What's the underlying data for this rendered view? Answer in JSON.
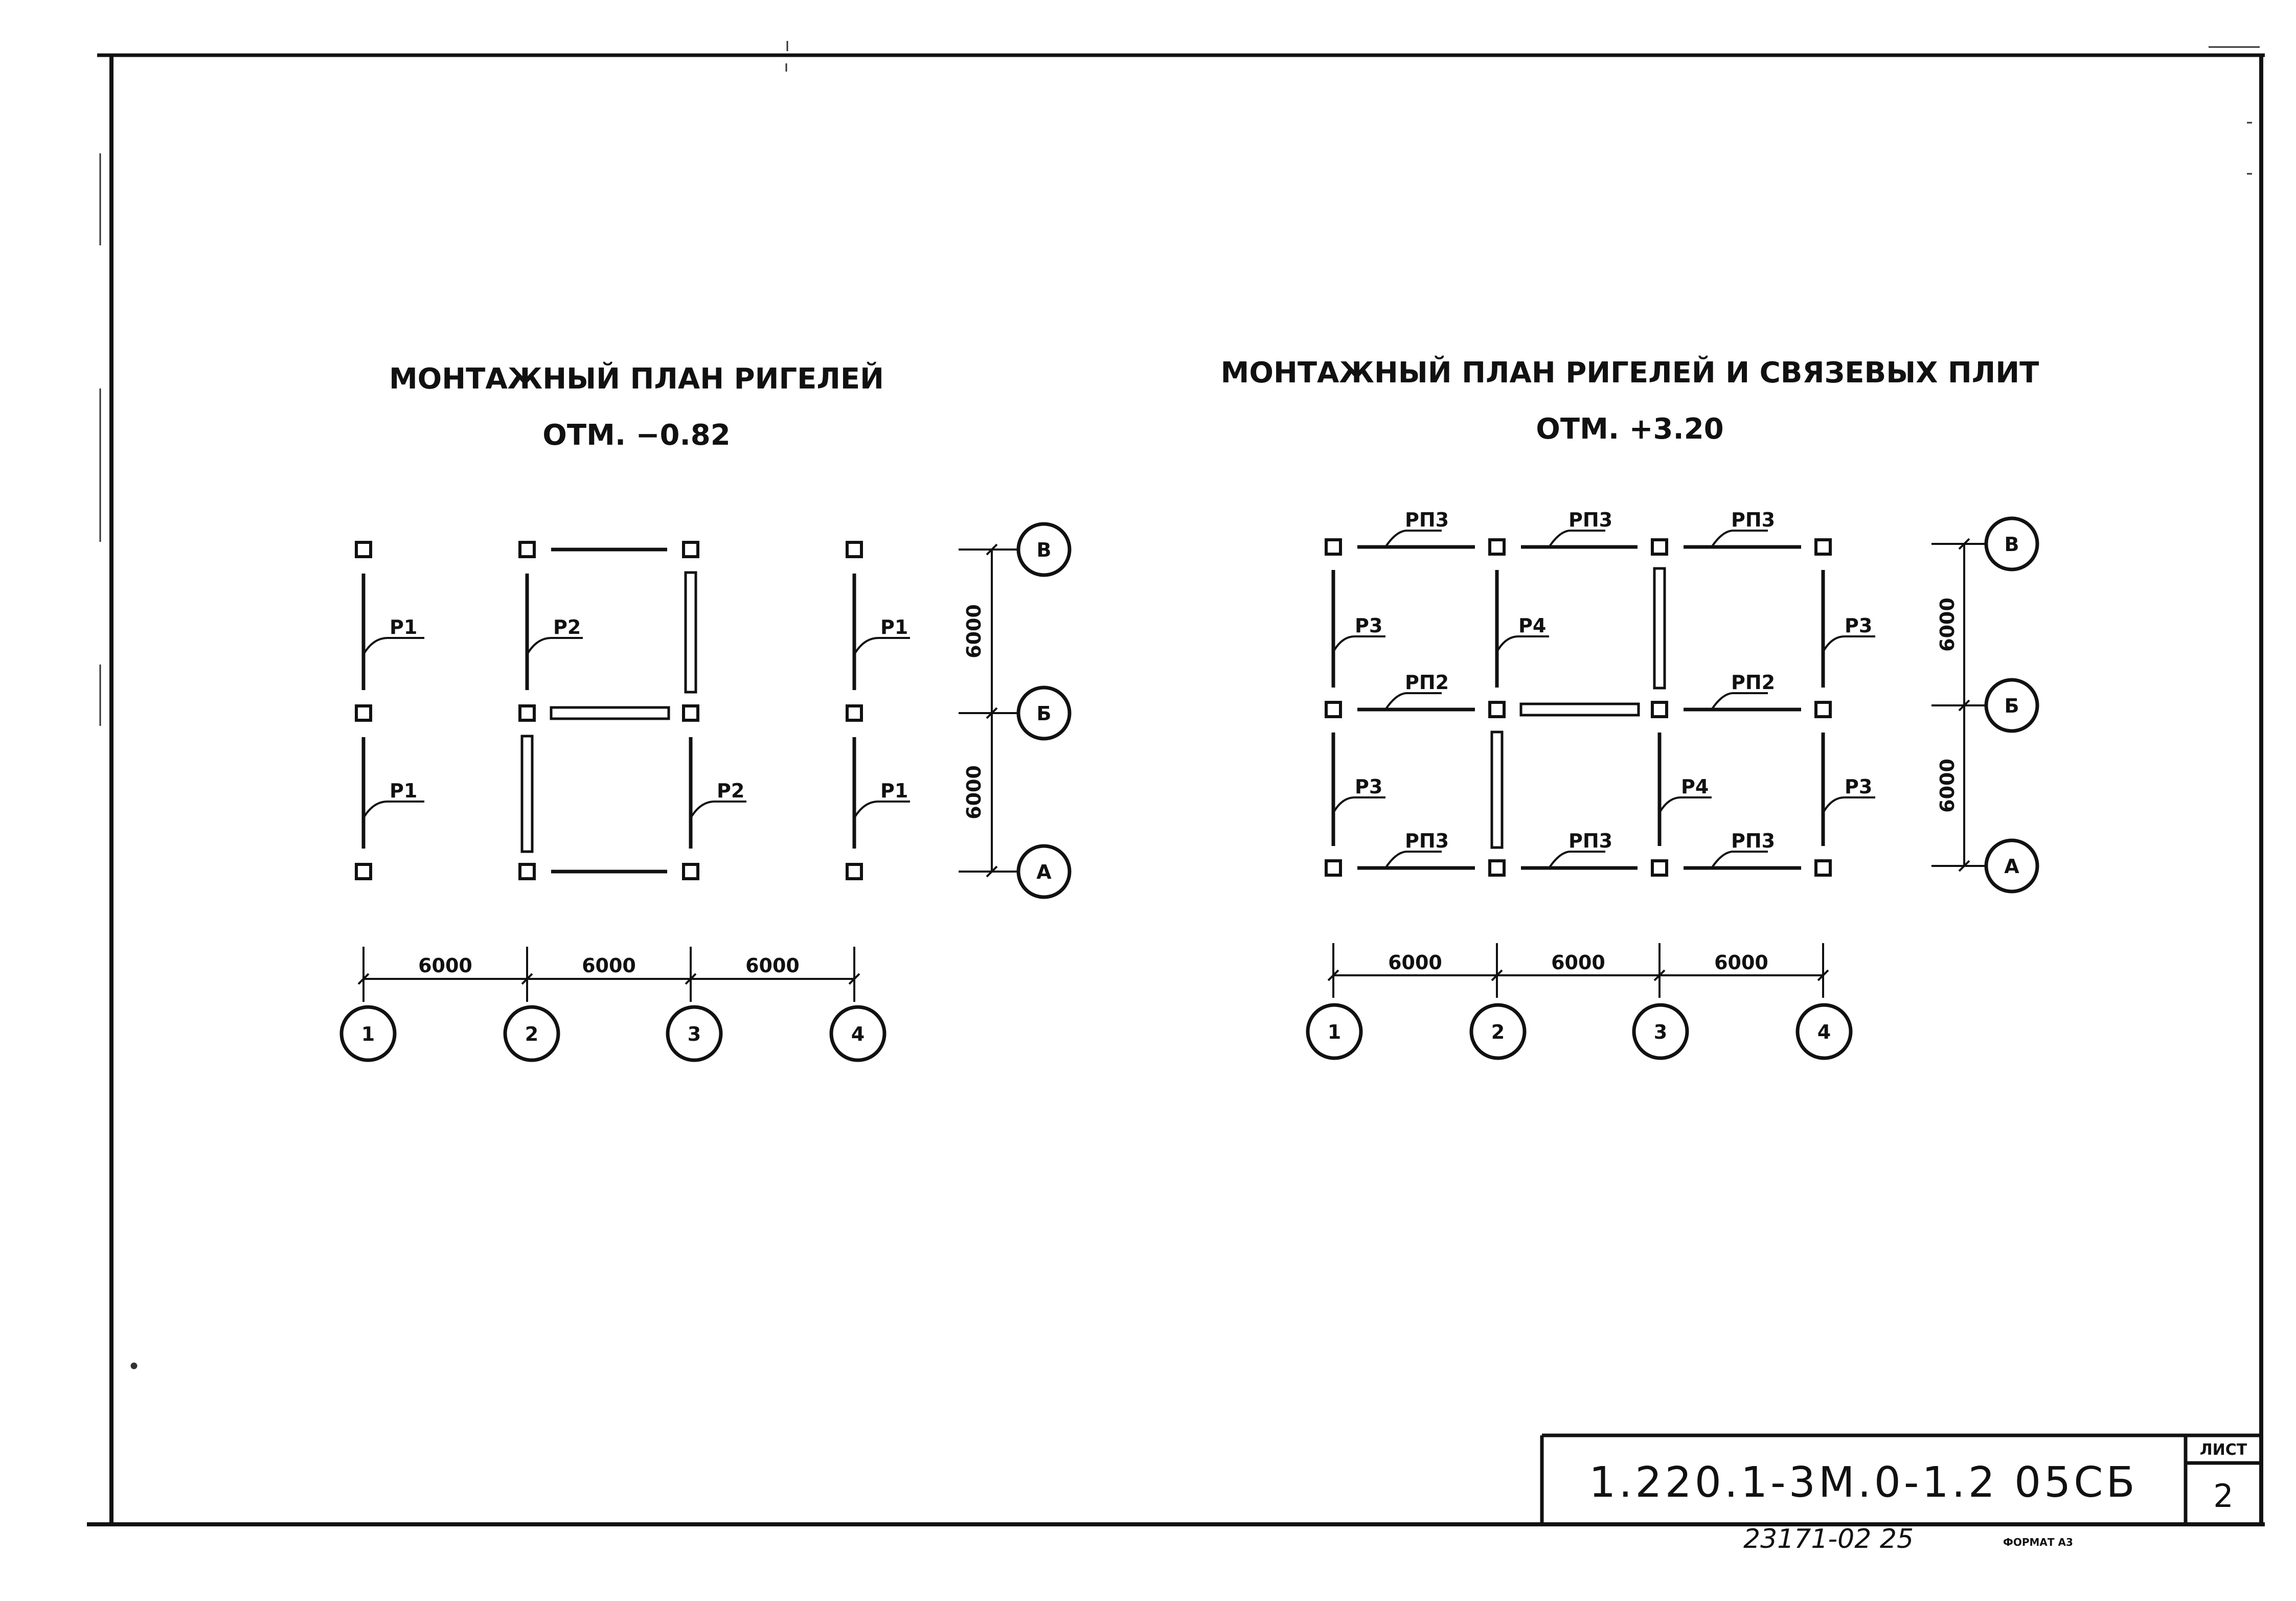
{
  "plans": [
    {
      "title": "МОНТАЖНЫЙ ПЛАН РИГЕЛЕЙ",
      "subtitle": "ОТМ. −0.82",
      "axes_x": [
        "1",
        "2",
        "3",
        "4"
      ],
      "axes_y": [
        "В",
        "Б",
        "А"
      ],
      "spans_x": [
        "6000",
        "6000",
        "6000"
      ],
      "spans_y": [
        "6000",
        "6000"
      ],
      "beam_labels": [
        "Р1",
        "Р2",
        "Р1",
        "Р1",
        "Р2",
        "Р1"
      ]
    },
    {
      "title": "МОНТАЖНЫЙ ПЛАН РИГЕЛЕЙ И СВЯЗЕВЫХ ПЛИТ",
      "subtitle": "ОТМ. +3.20",
      "axes_x": [
        "1",
        "2",
        "3",
        "4"
      ],
      "axes_y": [
        "В",
        "Б",
        "А"
      ],
      "spans_x": [
        "6000",
        "6000",
        "6000"
      ],
      "spans_y": [
        "6000",
        "6000"
      ],
      "beam_labels": [
        "РП3",
        "РП3",
        "РП3",
        "Р3",
        "Р4",
        "Р3",
        "РП2",
        "РП2",
        "Р3",
        "Р4",
        "Р3",
        "РП3",
        "РП3",
        "РП3"
      ]
    }
  ],
  "title_block": {
    "code": "1.220.1-3М.0-1.2 05СБ",
    "sheet_label": "ЛИСТ",
    "sheet_number": "2"
  },
  "footer": {
    "handwritten": "23171-02  25",
    "format": "ФОРМАТ А3"
  }
}
